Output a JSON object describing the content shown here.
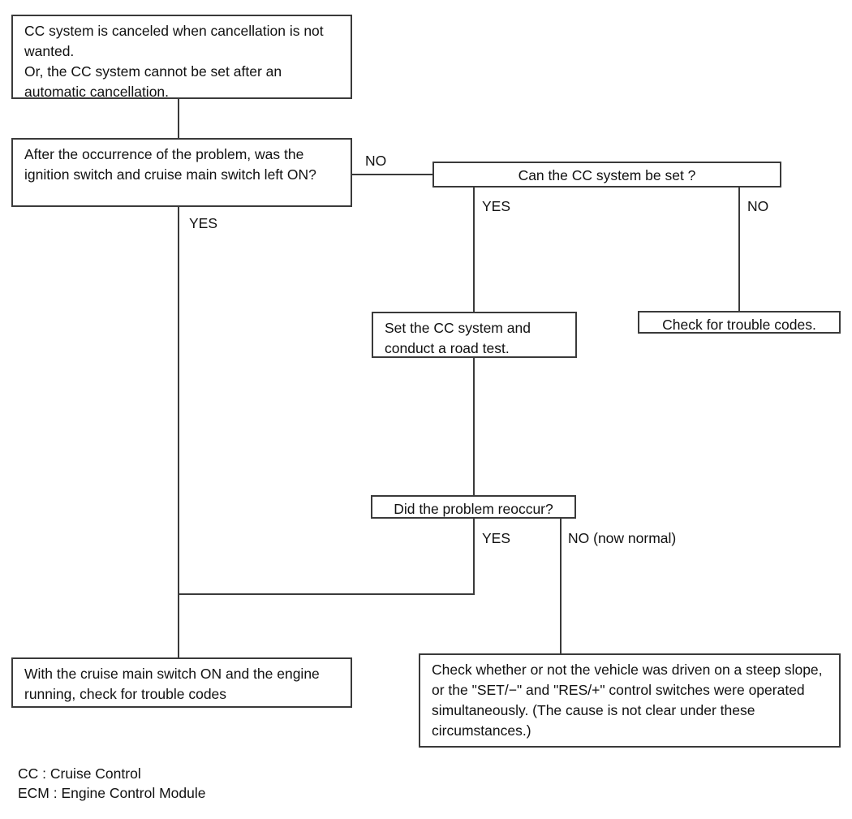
{
  "diagram": {
    "title": "Cruise Control cancellation troubleshooting flowchart",
    "line_color": "#3a3a3a",
    "background_color": "#ffffff",
    "nodes": {
      "symptom": "CC system is canceled when cancellation is not wanted.\nOr, the CC system cannot be set after an automatic cancellation.",
      "question_ignition": "After the occurrence of the problem, was the ignition switch and cruise main switch left ON?",
      "question_can_set": "Can the CC system be set ?",
      "action_set_and_road_test": "Set the CC system and conduct a road test.",
      "action_check_codes_right": "Check for trouble codes.",
      "question_reoccur": "Did the problem reoccur?",
      "action_check_codes_bottom": "With the cruise main switch ON and the engine running, check for trouble codes",
      "action_check_steep_slope": "Check whether or not the vehicle was driven on a steep slope, or the \"SET/−\" and \"RES/+\" control switches were operated simultaneously. (The cause is not clear under these circumstances.)"
    },
    "edge_labels": {
      "ignition_no": "NO",
      "ignition_yes": "YES",
      "can_set_yes": "YES",
      "can_set_no": "NO",
      "reoccur_yes": "YES",
      "reoccur_no": "NO (now normal)"
    },
    "legend": {
      "cc": "CC : Cruise Control",
      "ecm": "ECM : Engine Control Module"
    }
  }
}
